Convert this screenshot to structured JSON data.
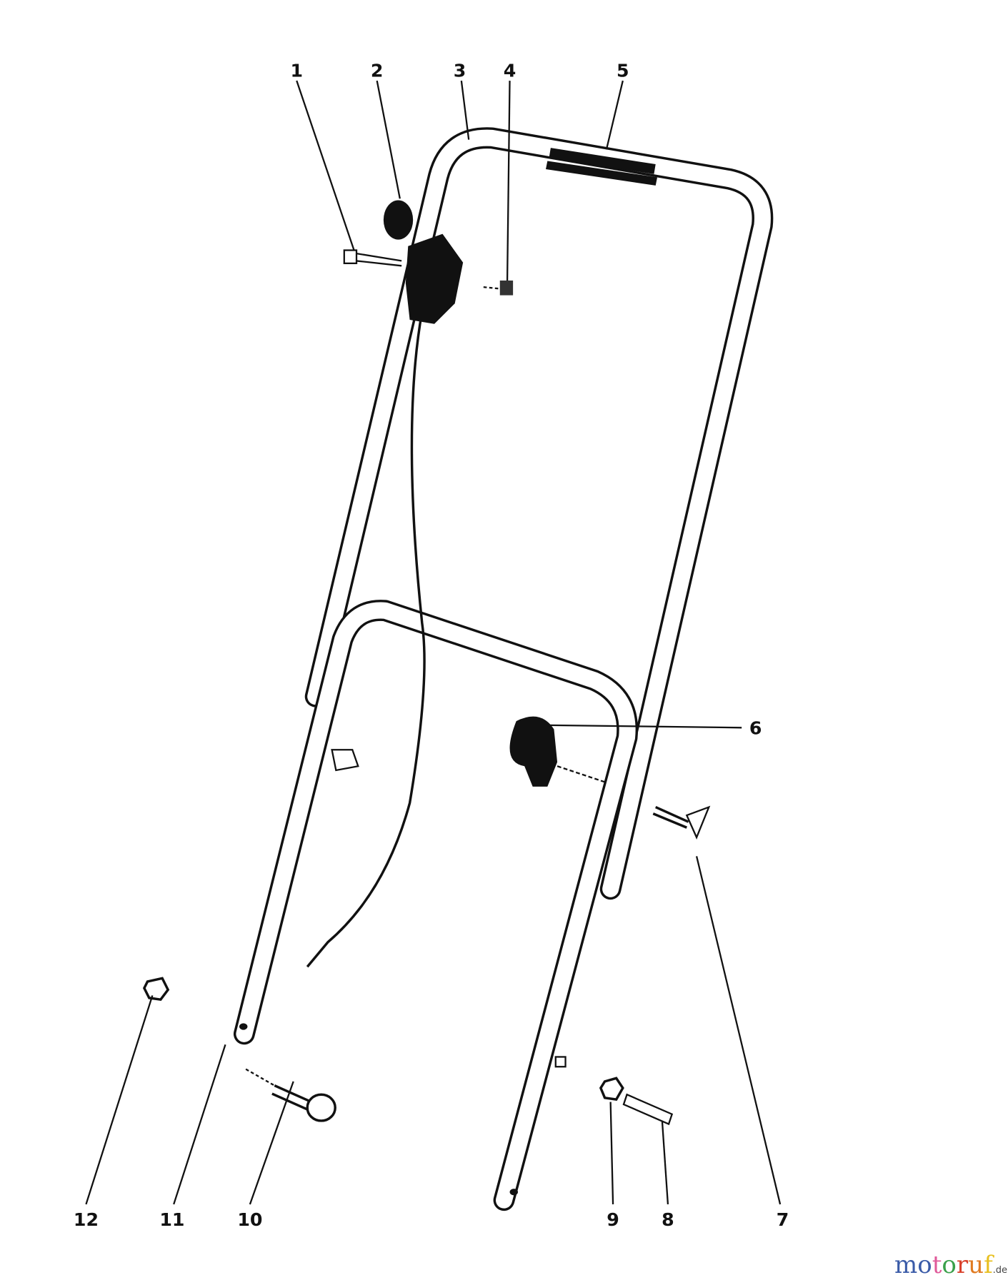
{
  "diagram": {
    "callouts": [
      "1",
      "2",
      "3",
      "4",
      "5",
      "6",
      "7",
      "8",
      "9",
      "10",
      "11",
      "12"
    ]
  },
  "watermark": {
    "text": "motoruf",
    "suffix": ".de",
    "letter_colors": [
      "#3a5ba8",
      "#3a5ba8",
      "#e05a9a",
      "#3aa04a",
      "#d9402a",
      "#e07a20",
      "#e8c020"
    ]
  }
}
